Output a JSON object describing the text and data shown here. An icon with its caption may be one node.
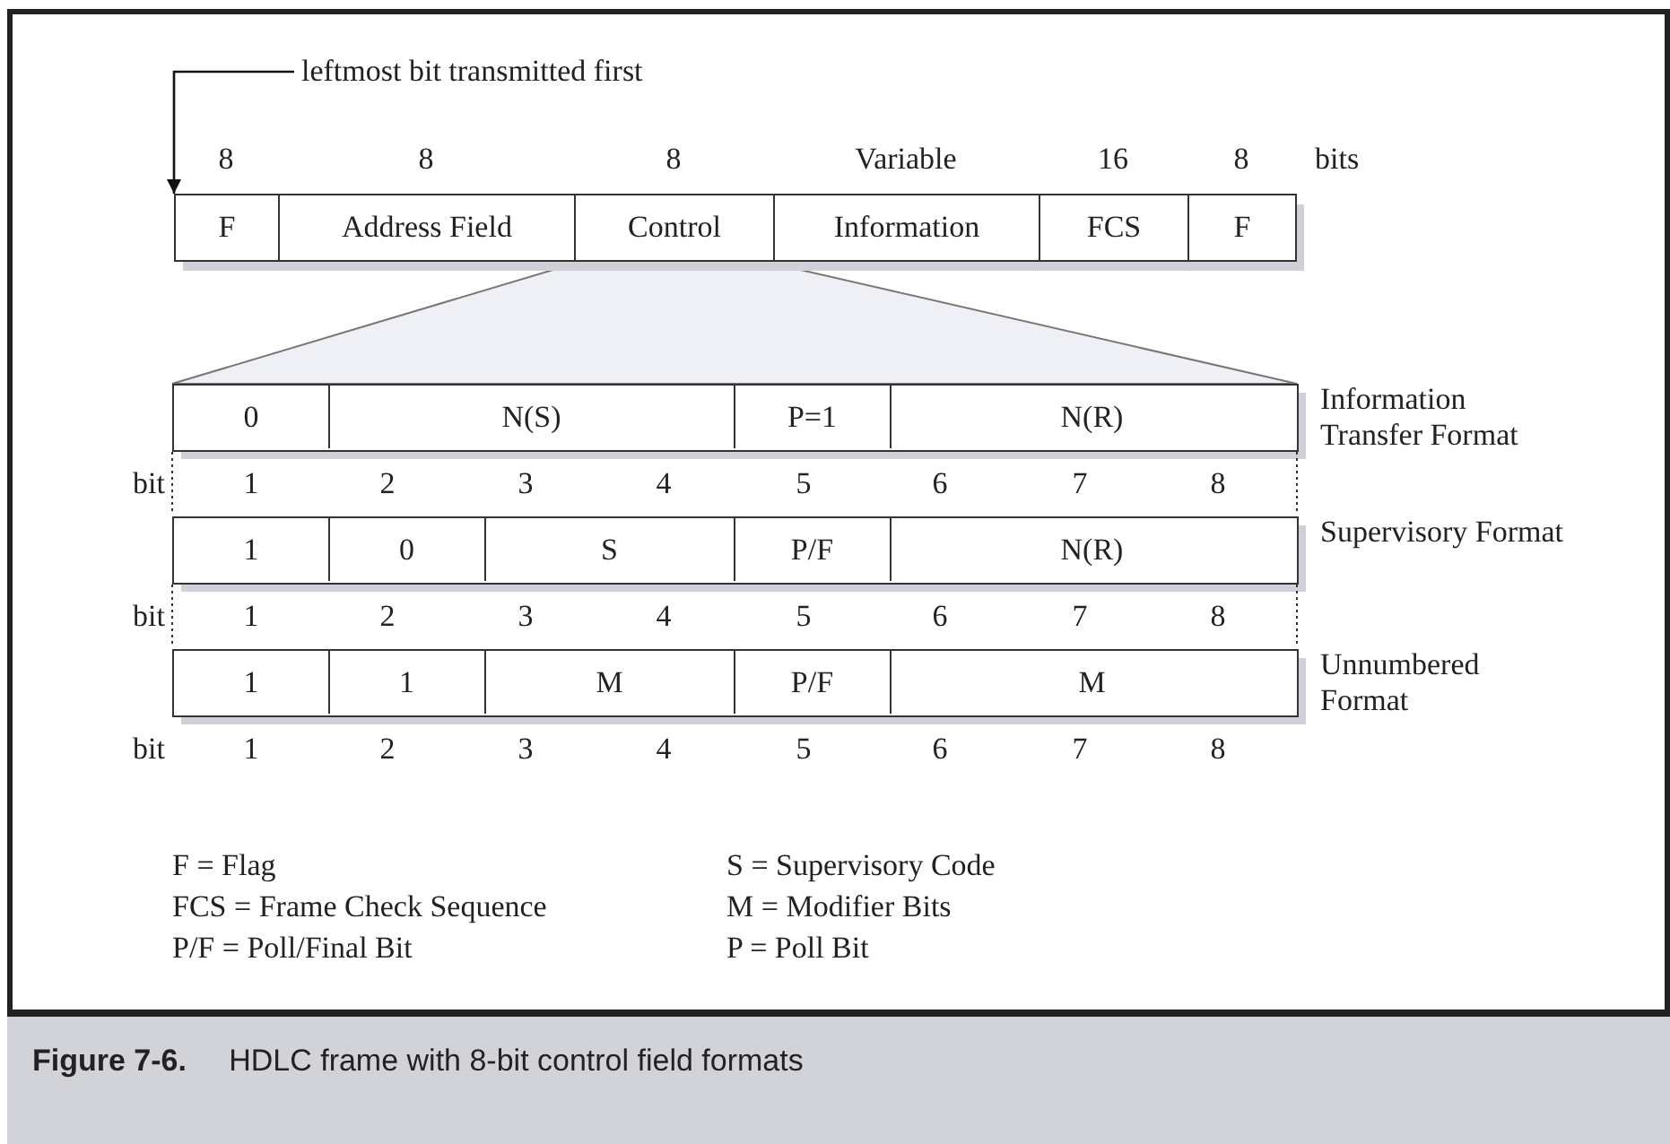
{
  "diagram": {
    "caption": "**Figure 7-6.**     HDLC frame with 8-bit control field formats",
    "nodes": [
      {
        "text": [
          "leftmost bit transmitted first"
        ]
      },
      {
        "text": [
          "F"
        ],
        "beside": [
          "8"
        ]
      },
      {
        "text": [
          "Address Field"
        ],
        "beside": [
          "8"
        ]
      },
      {
        "text": [
          "Control"
        ],
        "beside": [
          "8"
        ]
      },
      {
        "text": [
          "Information"
        ],
        "beside": [
          "Variable"
        ]
      },
      {
        "text": [
          "FCS"
        ],
        "beside": [
          "16"
        ]
      },
      {
        "text": [
          "F"
        ],
        "beside": [
          "8"
        ]
      },
      {
        "text": [
          "Information Transfer Format"
        ]
      },
      {
        "text": [
          "0"
        ],
        "in": 7
      },
      {
        "text": [
          "N(S)"
        ],
        "in": 7
      },
      {
        "text": [
          "P=1"
        ],
        "in": 7
      },
      {
        "text": [
          "N(R)"
        ],
        "in": 7
      },
      {
        "text": [
          "Supervisory Format"
        ]
      },
      {
        "text": [
          "1"
        ],
        "in": 12
      },
      {
        "text": [
          "0"
        ],
        "in": 12
      },
      {
        "text": [
          "S"
        ],
        "in": 12
      },
      {
        "text": [
          "P/F"
        ],
        "in": 12
      },
      {
        "text": [
          "N(R)"
        ],
        "in": 12
      },
      {
        "text": [
          "Unnumbered Format"
        ]
      },
      {
        "text": [
          "1"
        ],
        "in": 18
      },
      {
        "text": [
          "1"
        ],
        "in": 18
      },
      {
        "text": [
          "M"
        ],
        "in": 18
      },
      {
        "text": [
          "P/F"
        ],
        "in": 18
      },
      {
        "text": [
          "M"
        ],
        "in": 18
      }
    ],
    "edges": [
      {
        "from": 0,
        "to": 1,
        "arrow": "to"
      }
    ],
    "labels": [
      "bits",
      "bit",
      "1",
      "2",
      "3",
      "4",
      "5",
      "6",
      "7",
      "8",
      "bit",
      "1",
      "2",
      "3",
      "4",
      "5",
      "6",
      "7",
      "8",
      "bit",
      "1",
      "2",
      "3",
      "4",
      "5",
      "6",
      "7",
      "8",
      "F = Flag",
      "S = Supervisory Code",
      "FCS = Frame Check Sequence",
      "M = Modifier Bits",
      "P/F = Poll/Final Bit",
      "P = Poll Bit"
    ]
  }
}
